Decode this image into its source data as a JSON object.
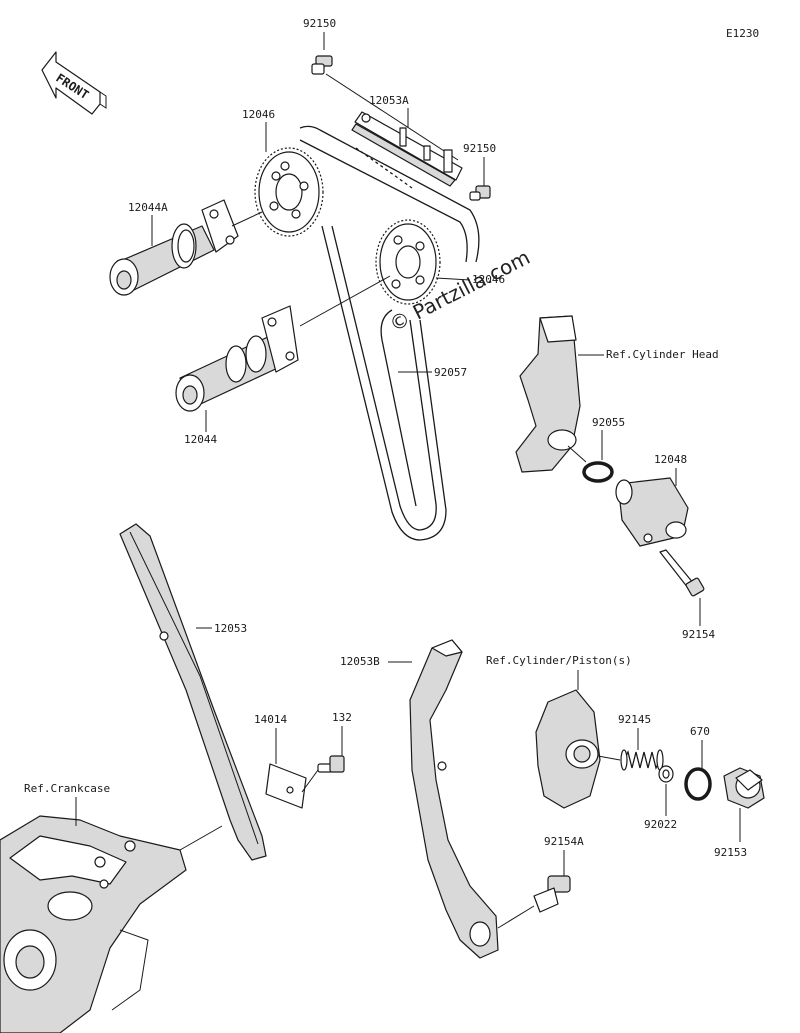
{
  "diagram_code": "E1230",
  "front_label": "FRONT",
  "watermark": "© Partzilla.com",
  "callouts": {
    "p92150a": "92150",
    "p12053a": "12053A",
    "p92150b": "92150",
    "p12046a": "12046",
    "p12044a": "12044A",
    "p12046b": "12046",
    "p92057": "92057",
    "p12044": "12044",
    "ref_head": "Ref.Cylinder Head",
    "p92055": "92055",
    "p12048": "12048",
    "p92154": "92154",
    "p12053": "12053",
    "p12053b": "12053B",
    "ref_piston": "Ref.Cylinder/Piston(s)",
    "p14014": "14014",
    "p132": "132",
    "p92145": "92145",
    "p670": "670",
    "ref_crankcase": "Ref.Crankcase",
    "p92022": "92022",
    "p92153": "92153",
    "p92154a": "92154A"
  }
}
